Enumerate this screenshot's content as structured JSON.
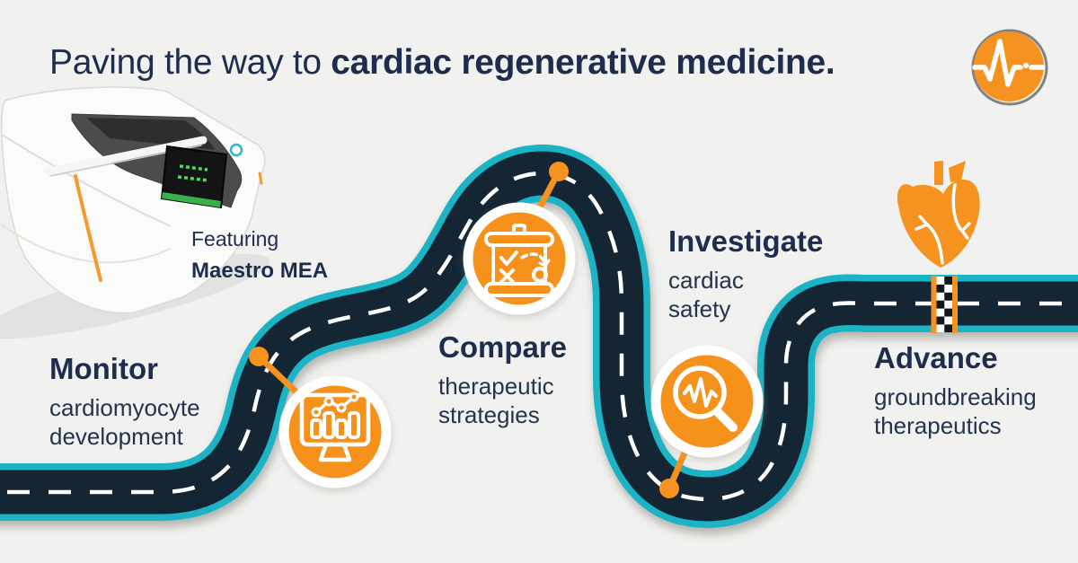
{
  "title": {
    "regular": "Paving the way to ",
    "bold": "cardiac regenerative medicine."
  },
  "device": {
    "caption_top": "Featuring",
    "caption_bottom": "Maestro MEA"
  },
  "milestones": [
    {
      "id": "monitor",
      "heading": "Monitor",
      "line1": "cardiomyocyte",
      "line2": "development",
      "icon": "monitor-chart-icon"
    },
    {
      "id": "compare",
      "heading": "Compare",
      "line1": "therapeutic",
      "line2": "strategies",
      "icon": "strategy-board-icon"
    },
    {
      "id": "investigate",
      "heading": "Investigate",
      "line1": "cardiac",
      "line2": "safety",
      "icon": "magnifier-waveform-icon"
    },
    {
      "id": "advance",
      "heading": "Advance",
      "line1": "groundbreaking",
      "line2": "therapeutics",
      "icon": "anatomical-heart-icon"
    }
  ],
  "brand": {
    "logo": "pulse-circle-logo"
  },
  "road": {
    "style": "winding road with dashed center line",
    "finish": "checkered-finish-line"
  },
  "colors": {
    "background": "#f1f1ef",
    "navy_text": "#1e2d4d",
    "road_asphalt": "#142634",
    "road_edge_teal": "#1cb4c4",
    "accent_orange": "#f6921f",
    "white": "#ffffff"
  }
}
